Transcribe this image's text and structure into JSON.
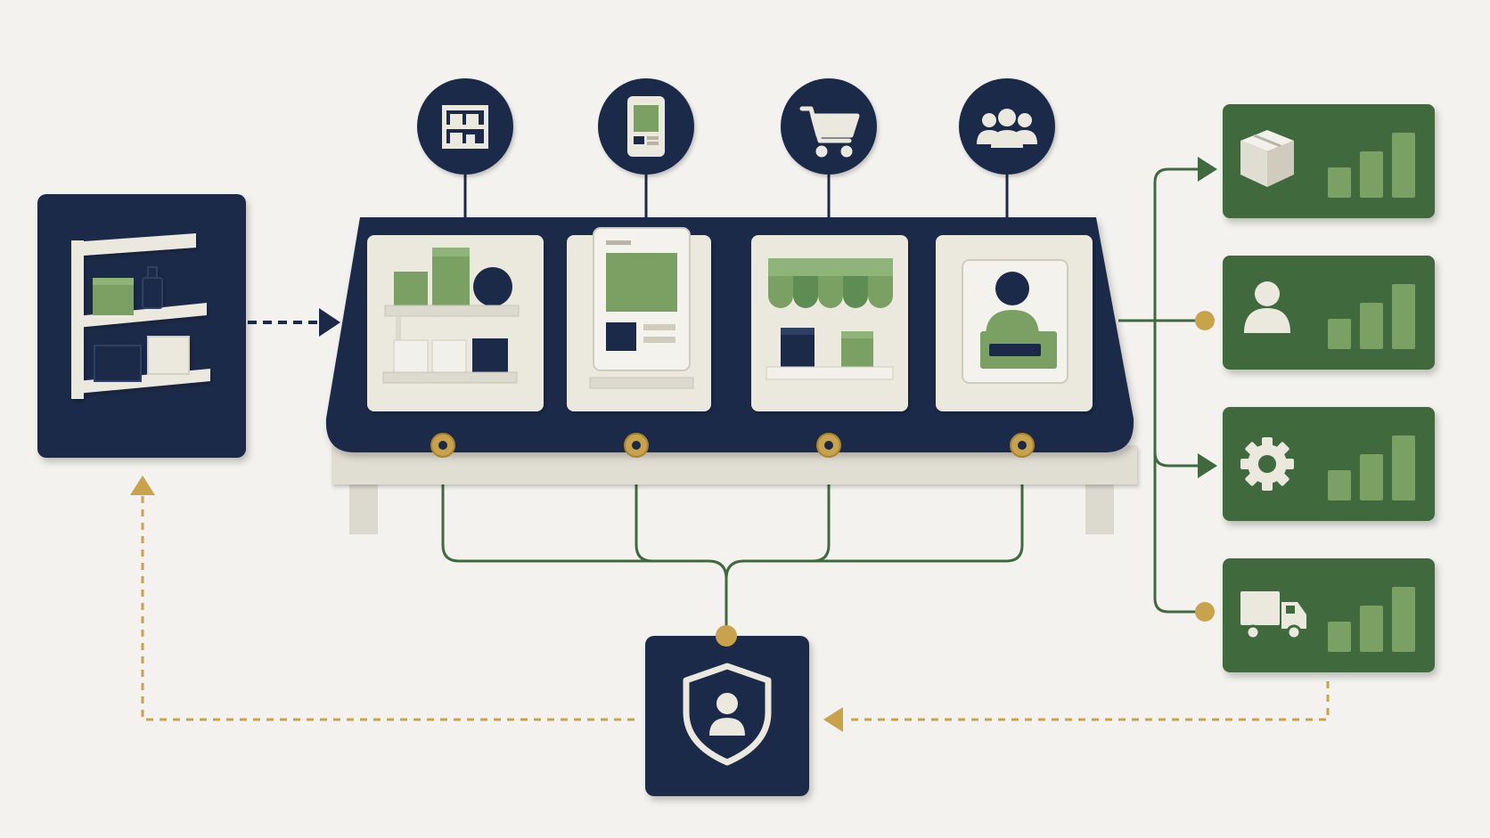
{
  "palette": {
    "background": "#f3f2ee",
    "navy": "#1b2a48",
    "green_dark": "#3f6a3e",
    "green_light": "#7aa064",
    "cream": "#ebe8de",
    "gold": "#c9a24c",
    "tan": "#e0ddd2"
  },
  "diagram": {
    "source": {
      "icon": "inventory-shelf-icon"
    },
    "platform": {
      "modules": [
        {
          "icon": "warehouse-shelves-icon",
          "panel_icon": "stocked-shelf-icon"
        },
        {
          "icon": "mobile-device-icon",
          "panel_icon": "kiosk-screen-icon"
        },
        {
          "icon": "shopping-cart-icon",
          "panel_icon": "storefront-icon"
        },
        {
          "icon": "customers-group-icon",
          "panel_icon": "customer-profile-icon"
        }
      ]
    },
    "outputs": [
      {
        "icon": "package-box-icon",
        "chart_icon": "bar-chart-icon",
        "bar_levels": [
          0.4,
          0.6,
          0.85
        ]
      },
      {
        "icon": "user-icon",
        "chart_icon": "bar-chart-icon",
        "bar_levels": [
          0.4,
          0.6,
          0.85
        ]
      },
      {
        "icon": "gear-icon",
        "chart_icon": "bar-chart-icon",
        "bar_levels": [
          0.4,
          0.6,
          0.85
        ]
      },
      {
        "icon": "delivery-truck-icon",
        "chart_icon": "bar-chart-icon",
        "bar_levels": [
          0.4,
          0.6,
          0.85
        ]
      }
    ],
    "security": {
      "icon": "shield-user-icon"
    }
  }
}
